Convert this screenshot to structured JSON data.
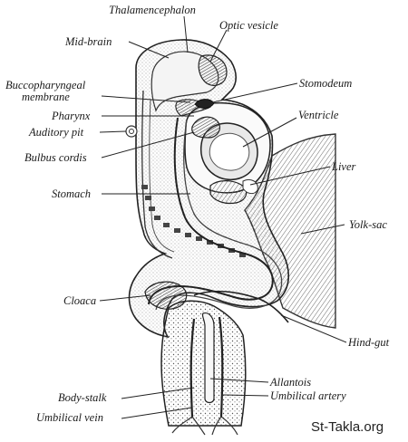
{
  "labels": {
    "thalamencephalon": "Thalamencephalon",
    "optic_vesicle": "Optic vesicle",
    "mid_brain": "Mid-brain",
    "buccopharyngeal_line1": "Buccopharyngeal",
    "buccopharyngeal_line2": "membrane",
    "stomodeum": "Stomodeum",
    "pharynx": "Pharynx",
    "ventricle": "Ventricle",
    "auditory_pit": "Auditory pit",
    "bulbus_cordis": "Bulbus cordis",
    "liver": "Liver",
    "stomach": "Stomach",
    "yolk_sac": "Yolk-sac",
    "cloaca": "Cloaca",
    "hind_gut": "Hind-gut",
    "body_stalk": "Body-stalk",
    "allantois": "Allantois",
    "umbilical_artery": "Umbilical artery",
    "umbilical_vein": "Umbilical vein"
  },
  "watermark": "St-Takla.org"
}
